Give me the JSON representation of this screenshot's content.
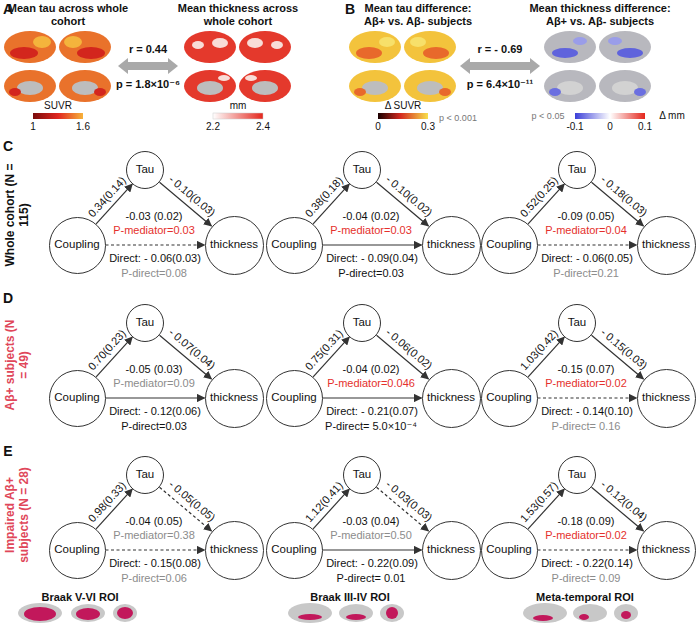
{
  "diagram": {
    "nodes": [
      {
        "text": [
          "Coupling"
        ]
      },
      {
        "text": [
          "Tau"
        ]
      },
      {
        "text": [
          "thickness"
        ]
      },
      {
        "text": [
          "Coupling"
        ]
      },
      {
        "text": [
          "Tau"
        ]
      },
      {
        "text": [
          "thickness"
        ]
      },
      {
        "text": [
          "Coupling"
        ]
      },
      {
        "text": [
          "Tau"
        ]
      },
      {
        "text": [
          "thickness"
        ]
      },
      {
        "text": [
          "Coupling"
        ]
      },
      {
        "text": [
          "Tau"
        ]
      },
      {
        "text": [
          "thickness"
        ]
      },
      {
        "text": [
          "Coupling"
        ]
      },
      {
        "text": [
          "Tau"
        ]
      },
      {
        "text": [
          "thickness"
        ]
      },
      {
        "text": [
          "Coupling"
        ]
      },
      {
        "text": [
          "Tau"
        ]
      },
      {
        "text": [
          "thickness"
        ]
      },
      {
        "text": [
          "Coupling"
        ]
      },
      {
        "text": [
          "Tau"
        ]
      },
      {
        "text": [
          "thickness"
        ]
      },
      {
        "text": [
          "Coupling"
        ]
      },
      {
        "text": [
          "Tau"
        ]
      },
      {
        "text": [
          "thickness"
        ]
      },
      {
        "text": [
          "Coupling"
        ]
      },
      {
        "text": [
          "Tau"
        ]
      },
      {
        "text": [
          "thickness"
        ]
      }
    ],
    "edges": [
      {
        "from": 0,
        "to": 1,
        "arrow": "to",
        "label": "0.34(0.14)"
      },
      {
        "from": 1,
        "to": 2,
        "arrow": "to",
        "label": "- 0.10(0.03)"
      },
      {
        "from": 0,
        "to": 2,
        "arrow": "to",
        "label": "Direct: - 0.06(0.03)"
      },
      {
        "from": 3,
        "to": 4,
        "arrow": "to",
        "label": "0.38(0.18)"
      },
      {
        "from": 4,
        "to": 5,
        "arrow": "to",
        "label": "- 0.10(0.02)"
      },
      {
        "from": 3,
        "to": 5,
        "arrow": "to",
        "label": "Direct: - 0.09(0.04)"
      },
      {
        "from": 6,
        "to": 7,
        "arrow": "to",
        "label": "0.52(0.25)"
      },
      {
        "from": 7,
        "to": 8,
        "arrow": "to",
        "label": "- 0.18(0.03)"
      },
      {
        "from": 6,
        "to": 8,
        "arrow": "to",
        "label": "Direct: - 0.06(0.05)"
      },
      {
        "from": 9,
        "to": 10,
        "arrow": "to",
        "label": "0.70(0.23)"
      },
      {
        "from": 10,
        "to": 11,
        "arrow": "to",
        "label": "- 0.07(0.04)"
      },
      {
        "from": 9,
        "to": 11,
        "arrow": "to",
        "label": "Direct: - 0.12(0.06)"
      },
      {
        "from": 12,
        "to": 13,
        "arrow": "to",
        "label": "0.75(0.31)"
      },
      {
        "from": 13,
        "to": 14,
        "arrow": "to",
        "label": "- 0.06(0.02)"
      },
      {
        "from": 12,
        "to": 14,
        "arrow": "to",
        "label": "Direct: - 0.21(0.07)"
      },
      {
        "from": 15,
        "to": 16,
        "arrow": "to",
        "label": "1.03(0.42)"
      },
      {
        "from": 16,
        "to": 17,
        "arrow": "to",
        "label": "- 0.15(0.03)"
      },
      {
        "from": 15,
        "to": 17,
        "arrow": "to",
        "label": "Direct: - 0.14(0.10)"
      },
      {
        "from": 18,
        "to": 19,
        "arrow": "to",
        "label": "0.98(0.33)"
      },
      {
        "from": 19,
        "to": 20,
        "arrow": "to",
        "label": "- 0.05(0.05)"
      },
      {
        "from": 18,
        "to": 20,
        "arrow": "to",
        "label": "Direct: - 0.15(0.08)"
      },
      {
        "from": 21,
        "to": 22,
        "arrow": "to",
        "label": "1.12(0.41)"
      },
      {
        "from": 22,
        "to": 23,
        "arrow": "to",
        "label": "- 0.03(0.03)"
      },
      {
        "from": 21,
        "to": 23,
        "arrow": "to",
        "label": "Direct: - 0.22(0.09)"
      },
      {
        "from": 24,
        "to": 25,
        "arrow": "to",
        "label": "1.53(0.57)"
      },
      {
        "from": 25,
        "to": 26,
        "arrow": "to",
        "label": "- 0.12(0.04)"
      },
      {
        "from": 24,
        "to": 26,
        "arrow": "to",
        "label": "Direct: - 0.22(0.14)"
      }
    ],
    "labels": [
      "A",
      "Mean tau across whole cohort",
      "Mean thickness across whole cohort",
      "r = 0.44",
      "p = 1.8×10⁻⁶",
      "SUVR",
      "1",
      "1.6",
      "mm",
      "2.2",
      "2.4",
      "B",
      "Mean tau difference: Aβ+ vs. Aβ- subjects",
      "Mean thickness difference: Aβ+ vs. Aβ- subjects",
      "r = - 0.69",
      "p = 6.4×10⁻¹¹",
      "Δ SUVR",
      "0",
      "0.3",
      "p < 0.001",
      "p < 0.05",
      "-0.1",
      "0",
      "0.1",
      "Δ mm",
      "C",
      "Whole cohort (N = 115)",
      "D",
      "Aβ+ subjects (N = 49)",
      "E",
      "Impaired Aβ+ subjects (N = 28)",
      "-0.03 (0.02)",
      "P-mediator=0.03",
      "P-direct=0.08",
      "-0.04 (0.02)",
      "P-mediator=0.03",
      "P-direct=0.03",
      "-0.09 (0.05)",
      "P-mediator=0.04",
      "P-direct=0.21",
      "-0.05 (0.03)",
      "P-mediator=0.09",
      "P-direct=0.03",
      "-0.04 (0.02)",
      "P-mediator=0.046",
      "P-direct= 5.0×10⁻⁴",
      "-0.15 (0.07)",
      "P-mediator=0.02",
      "P-direct= 0.16",
      "-0.04 (0.05)",
      "P-mediator=0.38",
      "P-direct=0.06",
      "-0.03 (0.04)",
      "P-mediator=0.50",
      "P-direct= 0.01",
      "-0.18 (0.09)",
      "P-mediator=0.02",
      "P-direct= 0.09",
      "Braak V-VI ROI",
      "Braak III-IV ROI",
      "Meta-temporal ROI"
    ]
  }
}
